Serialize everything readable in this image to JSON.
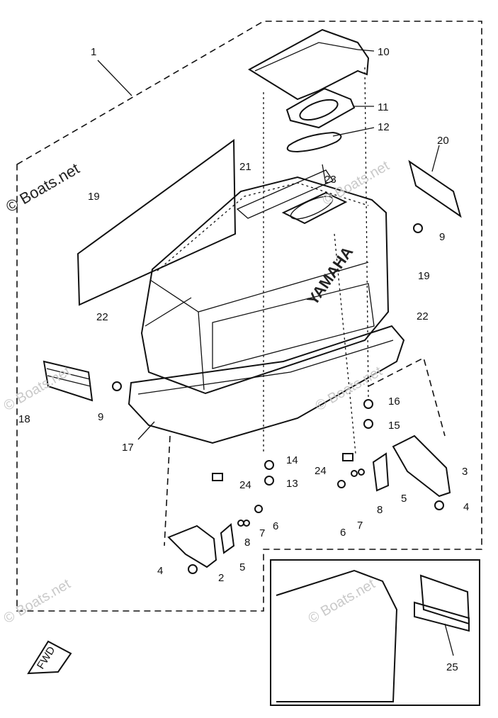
{
  "diagram": {
    "callouts": {
      "c1": "1",
      "c2": "2",
      "c3": "3",
      "c4a": "4",
      "c4b": "4",
      "c5a": "5",
      "c5b": "5",
      "c6a": "6",
      "c6b": "6",
      "c7a": "7",
      "c7b": "7",
      "c8a": "8",
      "c8b": "8",
      "c9a": "9",
      "c9b": "9",
      "c10": "10",
      "c11": "11",
      "c12": "12",
      "c13": "13",
      "c14": "14",
      "c15": "15",
      "c16": "16",
      "c17": "17",
      "c18": "18",
      "c19a": "19",
      "c19b": "19",
      "c20": "20",
      "c21": "21",
      "c22a": "22",
      "c22b": "22",
      "c23": "23",
      "c24a": "24",
      "c24b": "24",
      "c25": "25"
    },
    "brand_text": "YAMAHA",
    "fwd_text": "FWD",
    "watermark": "© Boats.net"
  }
}
